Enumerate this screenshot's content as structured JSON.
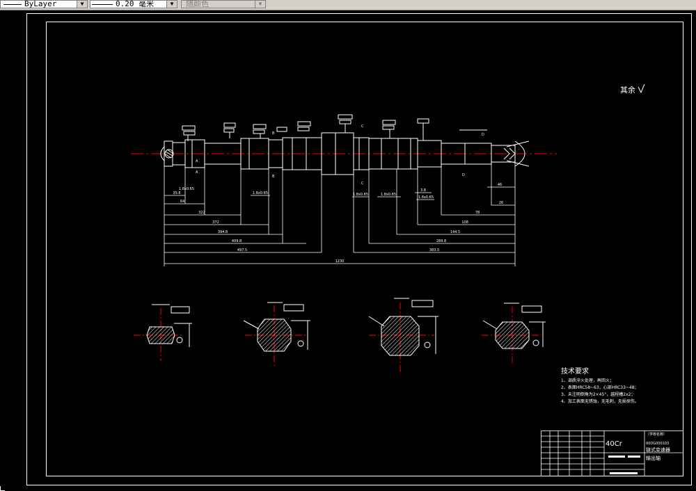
{
  "toolbar": {
    "layer_label": "ByLayer",
    "lineweight_value": "0.20",
    "lineweight_unit": "毫米",
    "color_label": "随颜色"
  },
  "drawing": {
    "roughness_note": "其余",
    "material": "40Cr",
    "part_name_line1": "链式变速器",
    "part_name_line2": "输出轴",
    "school": "（学校名称）",
    "drawing_number": "00DG000103",
    "technical_requirements_title": "技术要求",
    "technical_requirements": [
      "1、调质淬火处理，再回火；",
      "2、表面HRC58~63，心部HRC33~48；",
      "3、未注明倒角为2×45°，越程槽2x2；",
      "4、加工表面无锈蚀，无毛刺，无损探伤。"
    ],
    "section_labels": [
      "A",
      "A",
      "B",
      "B",
      "C",
      "C",
      "D",
      "D"
    ],
    "dimensions": [
      "35.8",
      "64",
      "322",
      "372",
      "394.8",
      "409.8",
      "497.5",
      "1.8x0.65",
      "1.8x0.65",
      "1.8x0.65",
      "1.8x0.65",
      "3.8",
      "1.8x0.65",
      "46",
      "26",
      "78",
      "108",
      "144.5",
      "289.8",
      "383.5",
      "1230"
    ]
  },
  "colors": {
    "background": "#000000",
    "geometry": "#ffffff",
    "centerline": "#ff0000",
    "hatch": "#ffffff"
  }
}
